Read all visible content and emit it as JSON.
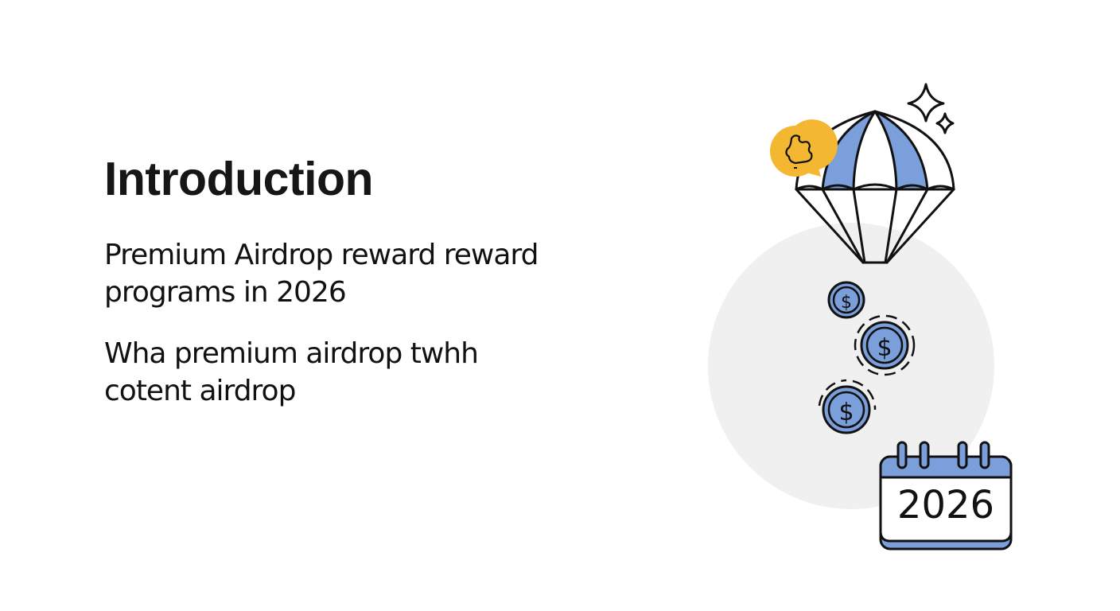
{
  "slide": {
    "title": "Introduction",
    "paragraphs": [
      "Premium Airdrop reward reward programs in 2026",
      "Wha premium airdrop twhh cotent airdrop"
    ]
  },
  "illustration": {
    "calendar_year": "2026",
    "coin_symbol": "$",
    "icons": [
      "parachute-icon",
      "speech-bubble-icon",
      "sparkle-icon",
      "dollar-coin-icon",
      "calendar-icon"
    ],
    "colors": {
      "accent_blue": "#7b9fdb",
      "accent_yellow": "#f3b731",
      "outline": "#111111",
      "circle_bg": "#f0f0f0"
    }
  }
}
